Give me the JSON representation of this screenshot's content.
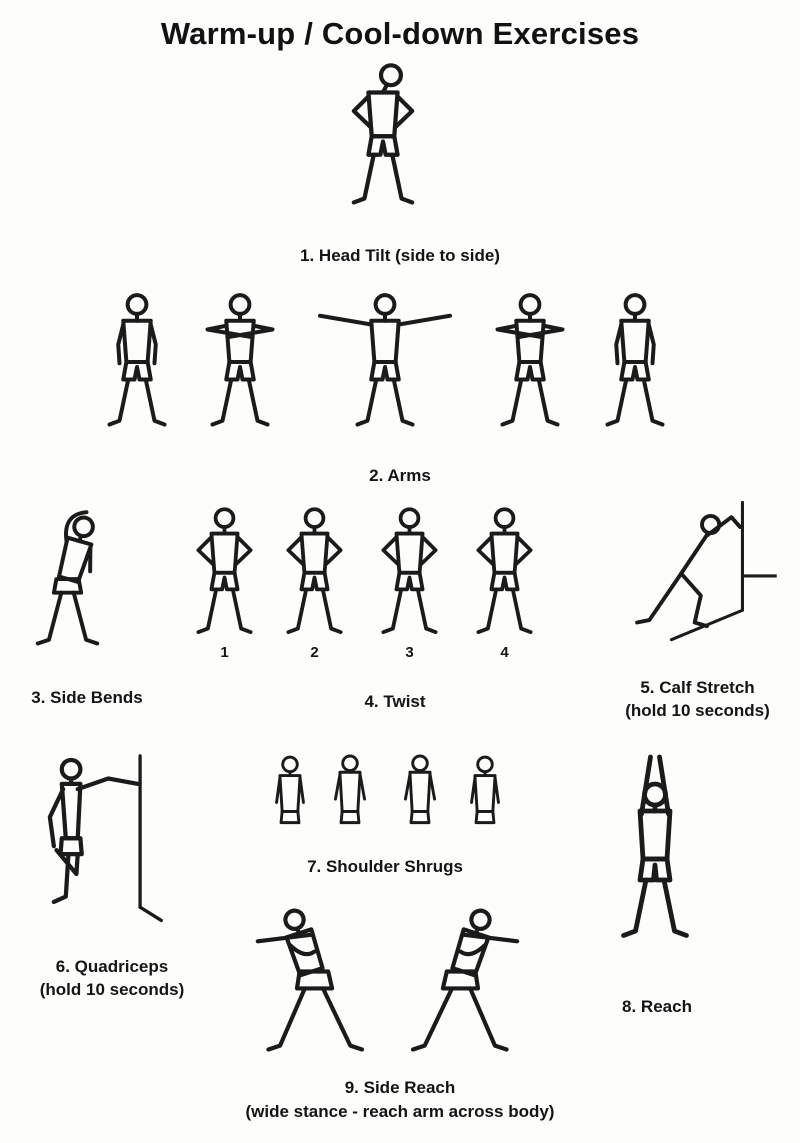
{
  "title": "Warm-up / Cool-down Exercises",
  "colors": {
    "ink": "#1b1b1b",
    "background": "#fdfdfc"
  },
  "exercises": {
    "e1": {
      "label": "1. Head Tilt (side to side)"
    },
    "e2": {
      "label": "2. Arms"
    },
    "e3": {
      "label": "3. Side Bends"
    },
    "e4": {
      "label": "4. Twist",
      "figure_numbers": [
        "1",
        "2",
        "3",
        "4"
      ]
    },
    "e5": {
      "label": "5. Calf Stretch",
      "sub": "(hold 10 seconds)"
    },
    "e6": {
      "label": "6. Quadriceps",
      "sub": "(hold 10 seconds)"
    },
    "e7": {
      "label": "7. Shoulder Shrugs"
    },
    "e8": {
      "label": "8. Reach"
    },
    "e9": {
      "label": "9. Side Reach",
      "sub": "(wide stance - reach arm across body)"
    }
  }
}
